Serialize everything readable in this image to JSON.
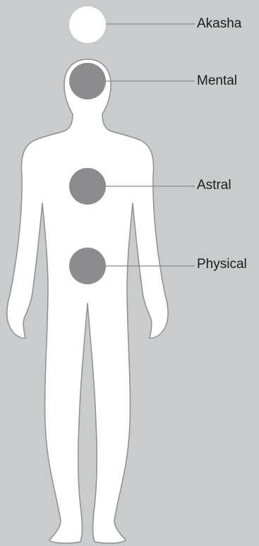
{
  "colors": {
    "background": "#cacbcc",
    "silhouette_fill": "#ffffff",
    "silhouette_outline": "#8f8f8f",
    "chakra_fill": "#8c8c8e",
    "akasha_fill": "#ffffff",
    "leader_line": "#8a8a8a",
    "label_text": "#1d1d1b"
  },
  "bodies": [
    {
      "id": "akasha",
      "label": "Akasha"
    },
    {
      "id": "mental",
      "label": "Mental"
    },
    {
      "id": "astral",
      "label": "Astral"
    },
    {
      "id": "physical",
      "label": "Physical"
    }
  ]
}
